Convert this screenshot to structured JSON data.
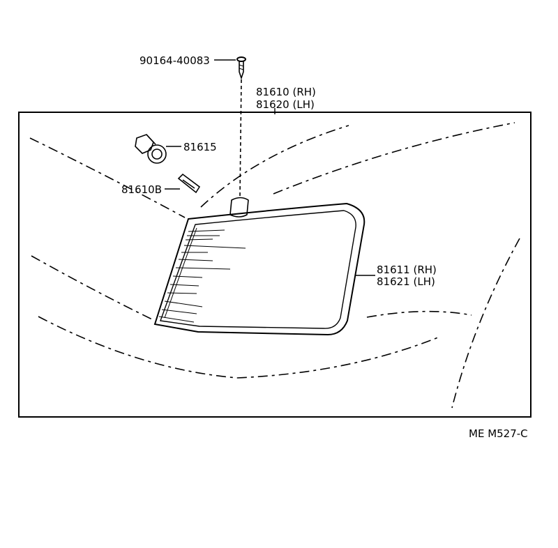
{
  "parts": {
    "screw": "90164-40083",
    "lamp_assy_rh": "81610 (RH)",
    "lamp_assy_lh": "81620 (LH)",
    "socket": "81615",
    "bulb": "81610B",
    "lens_rh": "81611 (RH)",
    "lens_lh": "81621 (LH)"
  },
  "diagram_code": "ME M527-C"
}
